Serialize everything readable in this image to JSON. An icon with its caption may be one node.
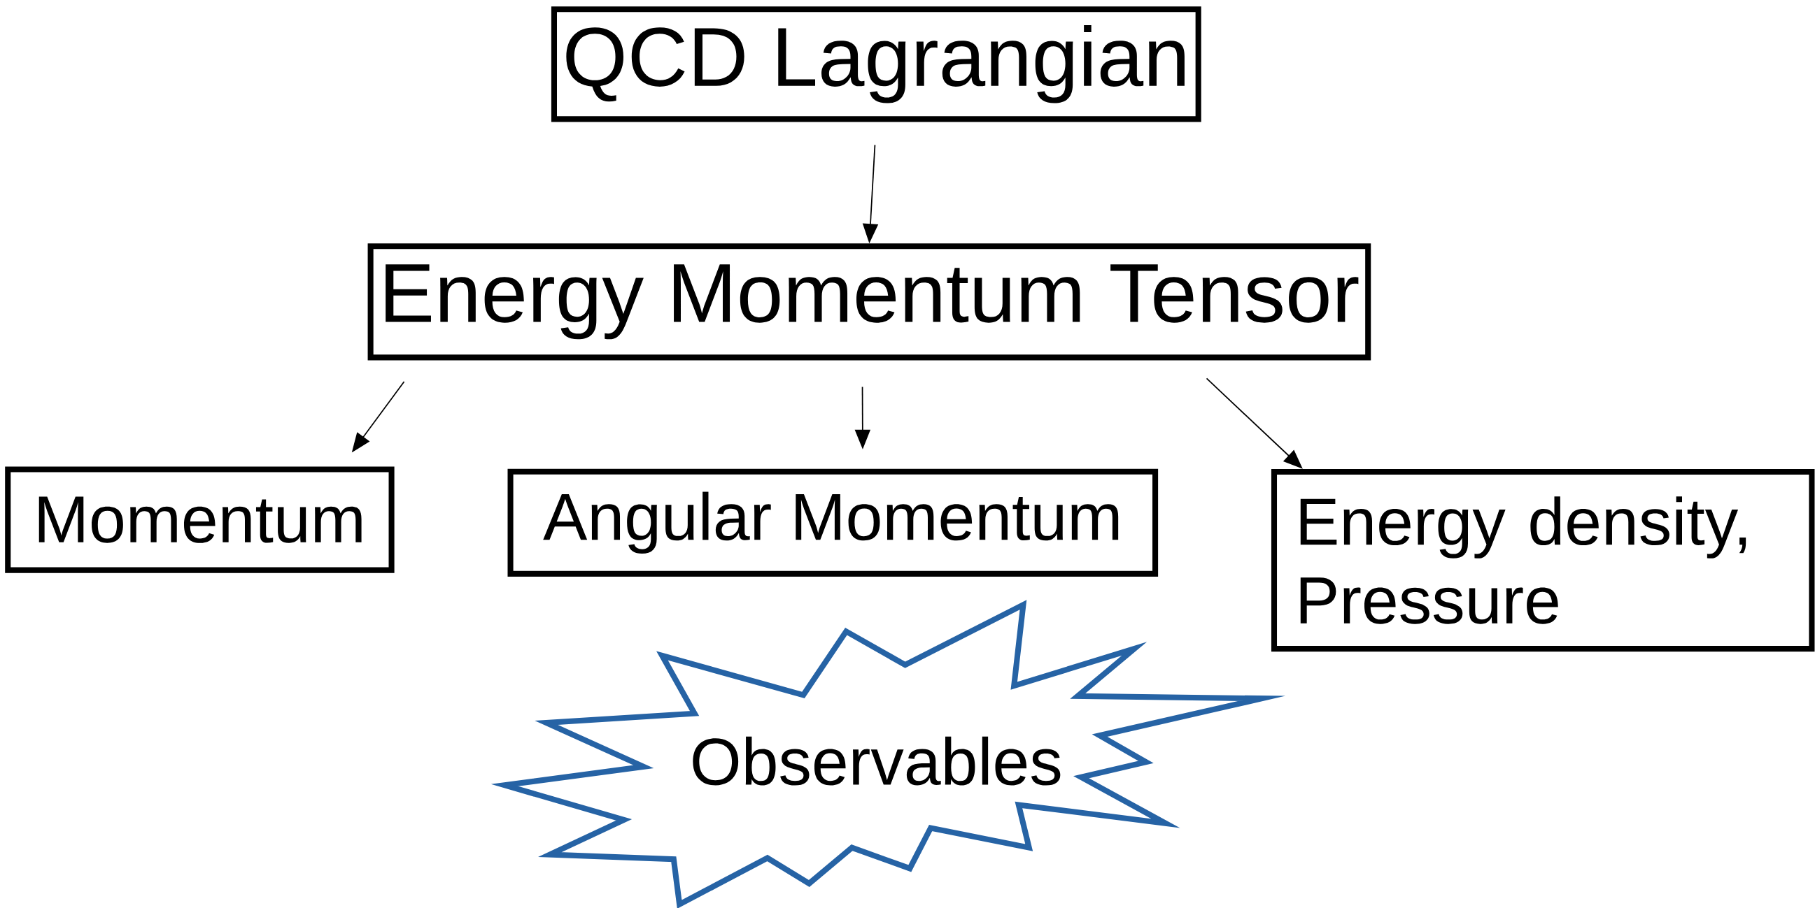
{
  "diagram": {
    "nodes": [
      {
        "text": [
          "QCD Lagrangian"
        ]
      },
      {
        "text": [
          "Energy Momentum Tensor"
        ]
      },
      {
        "text": [
          "Momentum"
        ]
      },
      {
        "text": [
          "Angular Momentum"
        ]
      },
      {
        "text": [
          "Energy density, Pressure"
        ]
      },
      {
        "text": [
          "Observables"
        ]
      }
    ],
    "edges": [
      {
        "from": 0,
        "to": 1,
        "arrow": "to"
      },
      {
        "from": 1,
        "to": 2,
        "arrow": "to"
      },
      {
        "from": 1,
        "to": 3,
        "arrow": "to"
      },
      {
        "from": 1,
        "to": 4,
        "arrow": "to"
      }
    ]
  }
}
